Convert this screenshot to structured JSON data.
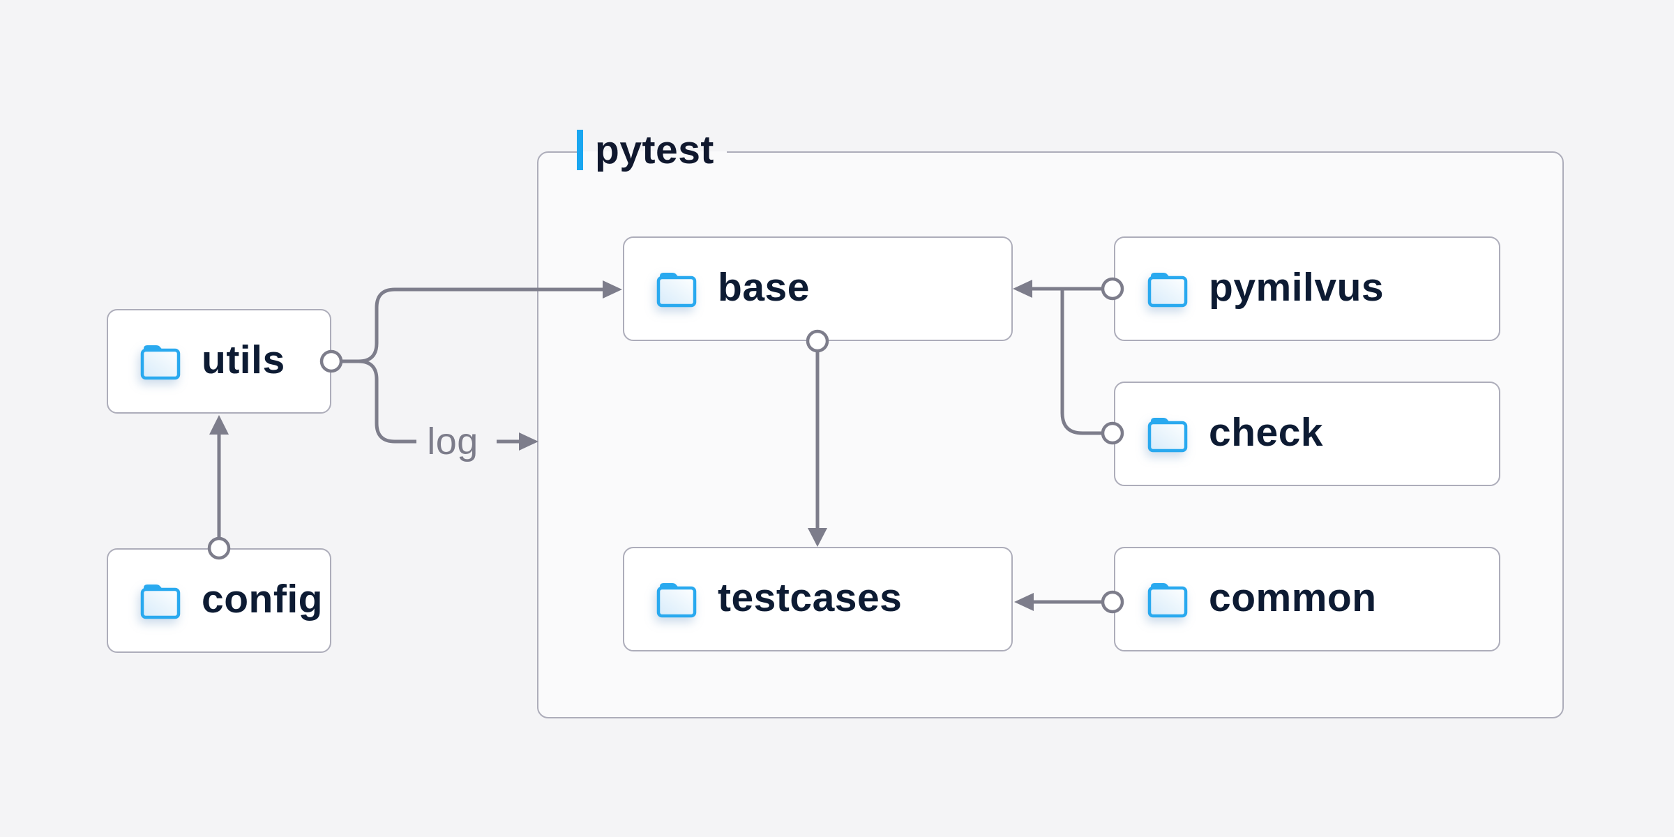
{
  "canvas": {
    "background": "#F4F4F6"
  },
  "group": {
    "label": "pytest",
    "accent_color": "#19A6F0",
    "border_color": "#ADADBA"
  },
  "nodes": {
    "utils": {
      "label": "utils",
      "icon": "folder-icon"
    },
    "config": {
      "label": "config",
      "icon": "folder-icon"
    },
    "base": {
      "label": "base",
      "icon": "folder-icon"
    },
    "pymilvus": {
      "label": "pymilvus",
      "icon": "folder-icon"
    },
    "check": {
      "label": "check",
      "icon": "folder-icon"
    },
    "testcases": {
      "label": "testcases",
      "icon": "folder-icon"
    },
    "common": {
      "label": "common",
      "icon": "folder-icon"
    }
  },
  "edges": {
    "log_label": "log",
    "list": [
      {
        "from": "config",
        "to": "utils"
      },
      {
        "from": "utils",
        "to": "base"
      },
      {
        "from": "utils",
        "to": "log"
      },
      {
        "from": "pymilvus",
        "to": "base"
      },
      {
        "from": "check",
        "to": "base"
      },
      {
        "from": "base",
        "to": "testcases"
      },
      {
        "from": "common",
        "to": "testcases"
      }
    ]
  },
  "colors": {
    "connector": "#7D7D8B",
    "node_border": "#ADADBA",
    "node_background": "#FFFFFF",
    "group_background": "#FAFAFB",
    "label_text": "#0D1B33",
    "log_text": "#7C7C8A",
    "folder_blue": "#29A9EF"
  }
}
